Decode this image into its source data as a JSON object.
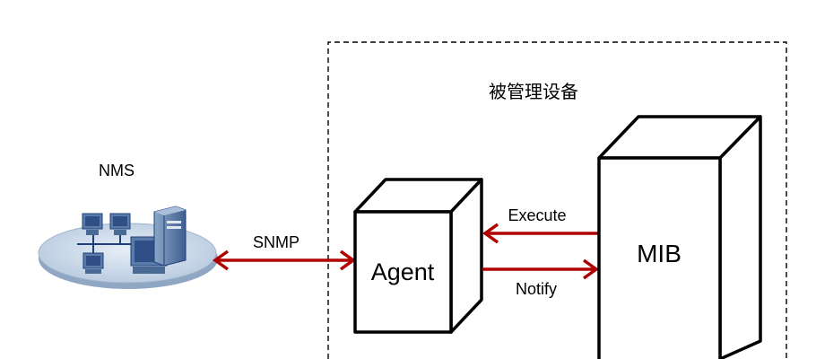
{
  "nms": {
    "label": "NMS"
  },
  "protocol": {
    "label": "SNMP"
  },
  "managed_device": {
    "label": "被管理设备"
  },
  "agent": {
    "label": "Agent"
  },
  "mib": {
    "label": "MIB"
  },
  "flows": {
    "execute_label": "Execute",
    "notify_label": "Notify"
  },
  "colors": {
    "arrow": "#b00000",
    "network_disc": "#c9d7e6",
    "network_line": "#1f3f7a",
    "device_body": "#5a7ca8",
    "device_screen": "#2f4f86",
    "box_stroke": "#000000"
  }
}
